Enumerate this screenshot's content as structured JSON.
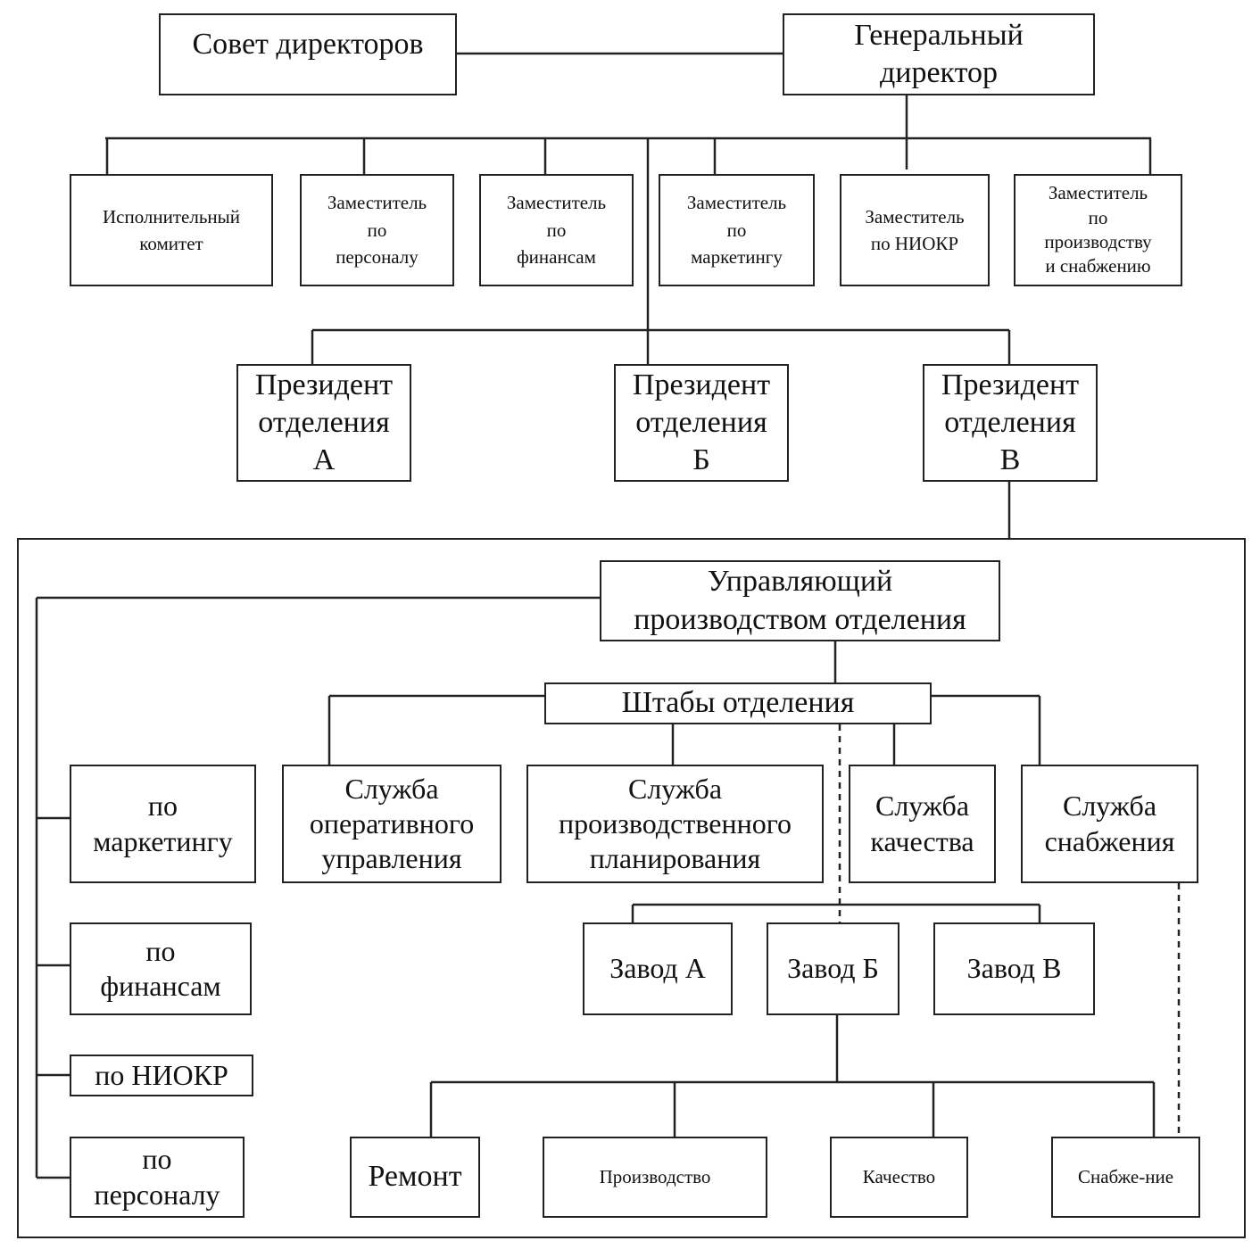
{
  "top": {
    "board": "Совет директоров",
    "ceo": "Генеральный\nдиректор"
  },
  "deputies": [
    "Исполнительный\nкомитет",
    "Заместитель\nпо\nперсоналу",
    "Заместитель\nпо\nфинансам",
    "Заместитель\nпо\nмаркетингу",
    "Заместитель\nпо НИОКР",
    "Заместитель\nпо\nпроизводству\nи снабжению"
  ],
  "presidents": [
    "Президент\nотделения\nА",
    "Президент\nотделения\nБ",
    "Президент\nотделения\nВ"
  ],
  "division": {
    "manager": "Управляющий\nпроизводством отделения",
    "staff": "Штабы отделения",
    "services": [
      "Служба\nоперативного\nуправления",
      "Служба\nпроизводственного\nпланирования",
      "Служба\nкачества",
      "Служба\nснабжения"
    ],
    "left_units": [
      "по\nмаркетингу",
      "по\nфинансам",
      "по НИОКР",
      "по\nперсоналу"
    ],
    "plants": [
      "Завод А",
      "Завод Б",
      "Завод В"
    ],
    "plant_depts": [
      "Ремонт",
      "Производство",
      "Качество",
      "Снабже-ние"
    ]
  }
}
